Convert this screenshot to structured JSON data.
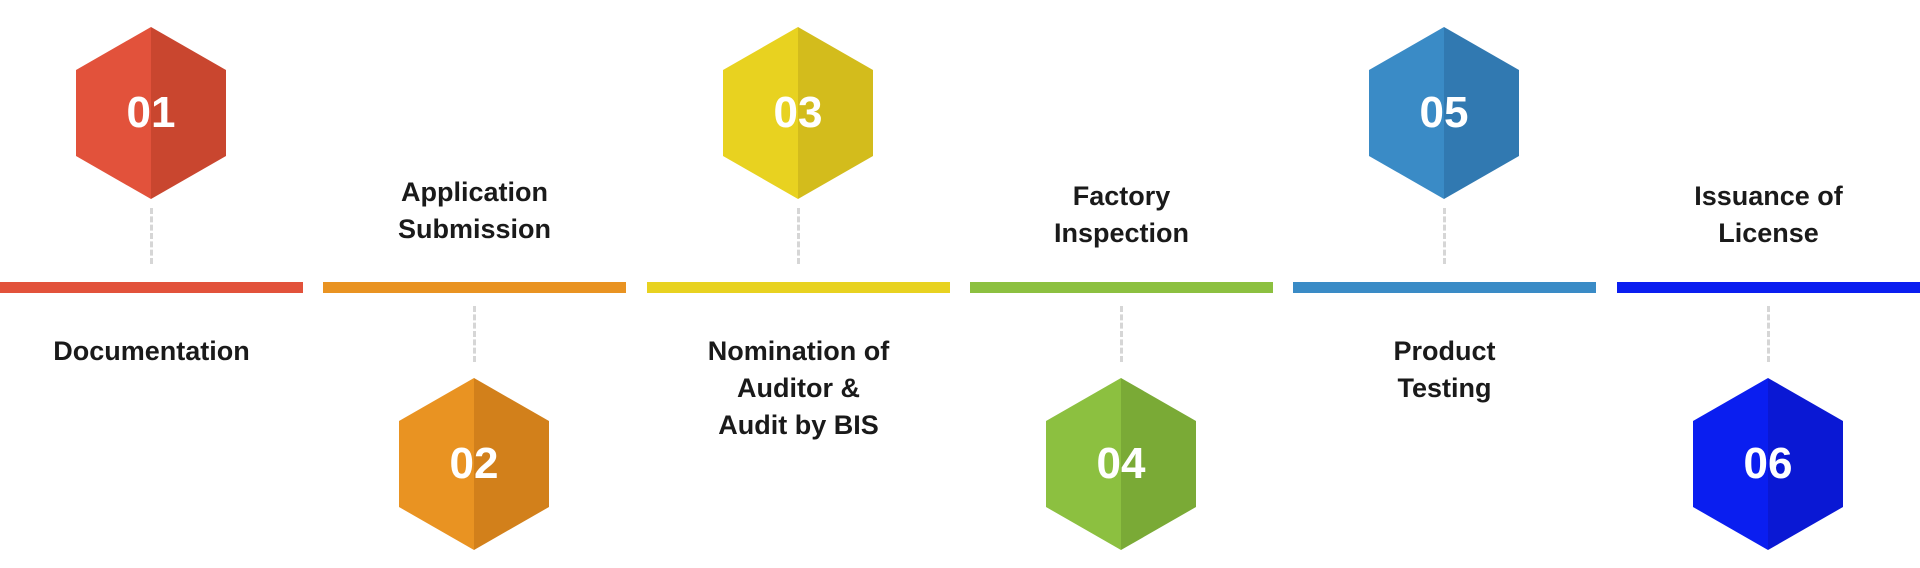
{
  "steps": [
    {
      "number": "01",
      "label_lines": [
        "Documentation"
      ],
      "color": "#e2523b",
      "color_dark": "#c9462f"
    },
    {
      "number": "02",
      "label_lines": [
        "Application",
        "Submission"
      ],
      "color": "#e99322",
      "color_dark": "#d2801b"
    },
    {
      "number": "03",
      "label_lines": [
        "Nomination of",
        "Auditor &",
        "Audit by BIS"
      ],
      "color": "#e8d220",
      "color_dark": "#d3bc1c"
    },
    {
      "number": "04",
      "label_lines": [
        "Factory",
        "Inspection"
      ],
      "color": "#8cc040",
      "color_dark": "#7aaa36"
    },
    {
      "number": "05",
      "label_lines": [
        "Product",
        "Testing"
      ],
      "color": "#3a8bc6",
      "color_dark": "#3179b1"
    },
    {
      "number": "06",
      "label_lines": [
        "Issuance of",
        "License"
      ],
      "color": "#0a1ef0",
      "color_dark": "#0a18d4"
    }
  ]
}
